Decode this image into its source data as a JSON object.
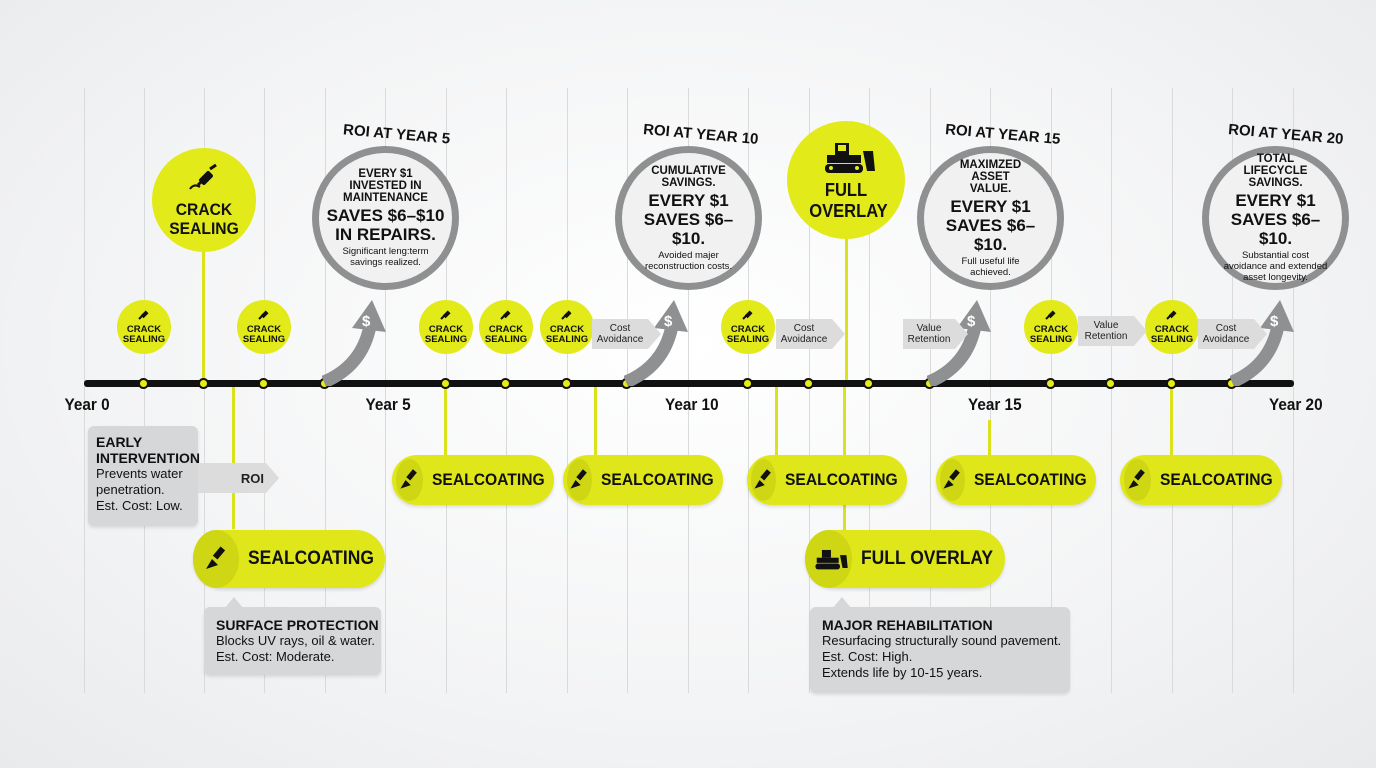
{
  "years": [
    "Year 0",
    "Year 5",
    "Year 10",
    "Year 15",
    "Year 20"
  ],
  "top_crack_sealing": {
    "label": "CRACK SEALING",
    "icon": "caulk-gun-icon"
  },
  "top_full_overlay": {
    "label": "FULL OVERLAY",
    "icon": "bulldozer-icon"
  },
  "small_crack_label": "CRACK SEALING",
  "roi": [
    {
      "title": "ROI AT YEAR 5",
      "lead": "EVERY $1 INVESTED IN MAINTENANCE",
      "big": "SAVES $6–$10 IN REPAIRS.",
      "foot": "Significant leng:term savings realized."
    },
    {
      "title": "ROI AT YEAR 10",
      "lead": "CUMULATIVE SAVINGS.",
      "big": "EVERY $1 SAVES $6–$10.",
      "foot": "Avoided majer reconstruction costs."
    },
    {
      "title": "ROI AT YEAR 15",
      "lead": "MAXIMZED ASSET VALUE.",
      "big": "EVERY $1 SAVES $6–$10.",
      "foot": "Full useful life achieved."
    },
    {
      "title": "ROI AT YEAR 20",
      "lead": "TOTAL LIFECYCLE SAVINGS.",
      "big": "EVERY $1 SAVES $6–$10.",
      "foot": "Substantial cost avoidance and extended asset longevity."
    }
  ],
  "arrows": {
    "cost_avoidance": "Cost Avoidance",
    "value_retention": "Value Retention",
    "roi": "ROI",
    "dollar": "$"
  },
  "sealcoating_label": "SEALCOATING",
  "full_overlay_label": "FULL OVERLAY",
  "boxes": {
    "early": {
      "h": "EARLY INTERVENTION",
      "lines": [
        "Prevents water penetration.",
        "Est. Cost: Low."
      ]
    },
    "surface": {
      "h": "SURFACE PROTECTION",
      "lines": [
        "Blocks UV rays, oil & water.",
        "Est. Cost: Moderate."
      ]
    },
    "major": {
      "h": "MAJOR REHABILITATION",
      "lines": [
        "Resurfacing structurally sound pavement.",
        "Est. Cost: High.",
        "Extends life by 10-15 years."
      ]
    }
  },
  "colors": {
    "accent": "#dfe71a",
    "ring": "#8f9091",
    "axis": "#111111",
    "box": "#d6d7d8"
  }
}
